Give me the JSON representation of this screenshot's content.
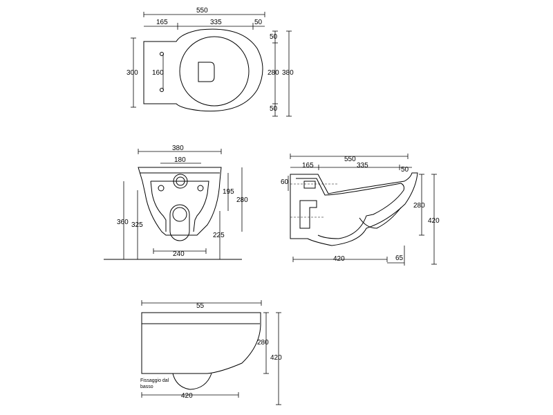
{
  "top_view": {
    "overall_width": "550",
    "seg_back": "165",
    "seg_bowl": "335",
    "seg_rim": "50",
    "height": "300",
    "bolt_spacing": "160",
    "bowl_depth": "280",
    "total_depth": "380",
    "rim_top": "50",
    "rim_bottom": "50"
  },
  "rear_view": {
    "width": "380",
    "inlet": "180",
    "h195": "195",
    "h280": "280",
    "h360": "360",
    "h325": "325",
    "h225": "225",
    "base": "240"
  },
  "side_section": {
    "overall": "550",
    "seg_back": "165",
    "seg_bowl": "335",
    "seg_rim": "50",
    "h60": "60",
    "h280": "280",
    "h420": "420",
    "base": "420",
    "w65": "65"
  },
  "side_view": {
    "length": "55",
    "h280": "280",
    "h420": "420",
    "base": "420",
    "note_line1": "Fissaggio dal",
    "note_line2": "basso"
  }
}
